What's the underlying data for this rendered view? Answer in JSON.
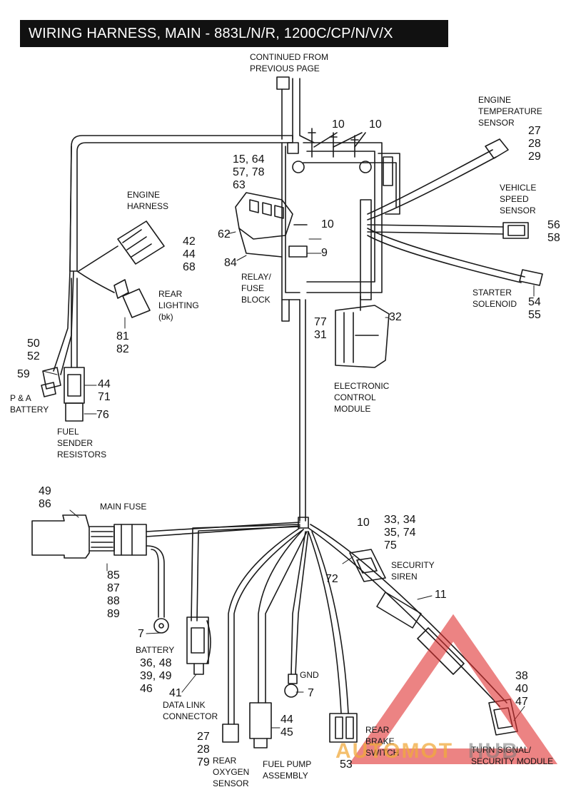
{
  "title": "WIRING HARNESS, MAIN - 883L/N/R, 1200C/CP/N/V/X",
  "labels": {
    "continued": "CONTINUED FROM\nPREVIOUS PAGE",
    "engine_temp": "ENGINE\nTEMPERATURE\nSENSOR",
    "engine_harness": "ENGINE\nHARNESS",
    "vehicle_speed": "VEHICLE\nSPEED\nSENSOR",
    "rear_lighting": "REAR\nLIGHTING\n(bk)",
    "relay_fuse": "RELAY/\nFUSE\nBLOCK",
    "starter": "STARTER\nSOLENOID",
    "p_a_battery": "P & A\nBATTERY",
    "ecm": "ELECTRONIC\nCONTROL\nMODULE",
    "fuel_sender": "FUEL\nSENDER\nRESISTORS",
    "main_fuse": "MAIN FUSE",
    "security_siren": "SECURITY\nSIREN",
    "battery": "BATTERY",
    "gnd": "GND",
    "data_link": "DATA LINK\nCONNECTOR",
    "rear_brake": "REAR\nBRAKE\nSWITCH",
    "turn_signal": "TURN SIGNAL/\nSECURITY MODULE",
    "rear_oxygen": "REAR\nOXYGEN\nSENSOR",
    "fuel_pump": "FUEL PUMP\nASSEMBLY"
  },
  "callouts": {
    "c10_top": "10",
    "c10_top2": "10",
    "c27_28_29": "27\n28\n29",
    "c15_64": "15, 64\n57, 78\n63",
    "c42_44_68": "42\n44\n68",
    "c56_58": "56\n58",
    "c62": "62",
    "c10_mid": "10",
    "c84": "84",
    "c9": "9",
    "c54_55": "54\n55",
    "c81_82": "81\n82",
    "c77_31": "77\n31",
    "c32": "32",
    "c50_52": "50\n52",
    "c59": "59",
    "c44_71": "44\n71",
    "c76": "76",
    "c49_86": "49\n86",
    "c85_89": "85\n87\n88\n89",
    "c10_low": "10",
    "c33_75": "33, 34\n35, 74\n75",
    "c72": "72",
    "c11": "11",
    "c7_batt": "7",
    "c36_46": "36, 48\n39, 49\n46",
    "c41": "41",
    "c38_47": "38\n40\n47",
    "c7_gnd": "7",
    "c44_45": "44\n45",
    "c27_79": "27\n28\n79",
    "c53": "53"
  },
  "watermark": {
    "part_a": "AUTOMOT",
    "part_b": "  HUB"
  },
  "colors": {
    "title_bg": "#111111",
    "title_fg": "#ffffff",
    "line": "#1a1a1a",
    "watermark_triangle": "#e03030"
  }
}
